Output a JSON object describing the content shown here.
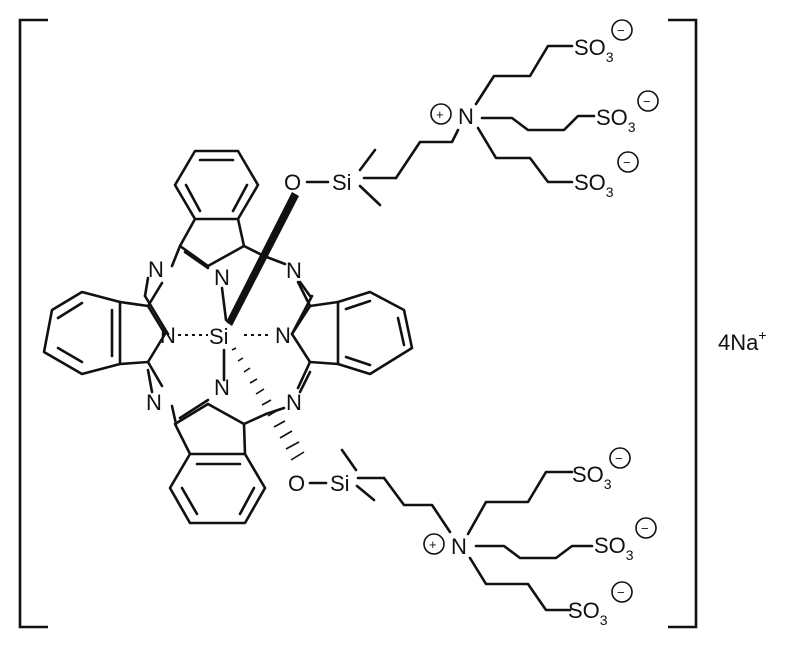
{
  "atoms": {
    "si": "Si",
    "n": "N",
    "o": "O",
    "so3": "SO",
    "so3_sub": "3"
  },
  "charges": {
    "minus": "−",
    "plus": "+"
  },
  "counterion": {
    "text": "4Na",
    "charge": "+"
  }
}
